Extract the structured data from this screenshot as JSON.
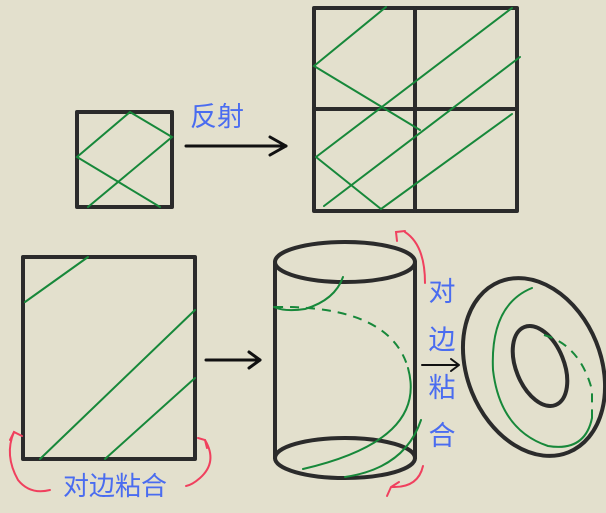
{
  "labels": {
    "reflection": "反射",
    "glue_opposite_edges": "对边粘合",
    "glue_vertical": [
      "对",
      "边",
      "粘",
      "合"
    ]
  },
  "colors": {
    "background": "#e3e0cd",
    "ink": "#2b2b2b",
    "path": "#17883a",
    "label": "#4a6cf0",
    "glue_arrow": "#f0405e"
  }
}
